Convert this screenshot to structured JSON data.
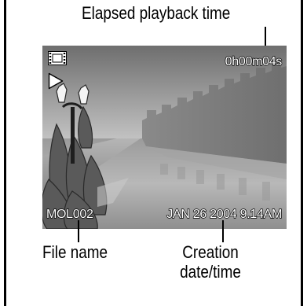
{
  "labels": {
    "elapsed_time": "Elapsed playback time",
    "file_name": "File name",
    "creation_date": "Creation date/time"
  },
  "screen": {
    "elapsed_time_value": "0h00m04s",
    "file_name_value": "MOL002",
    "date_time_value": "JAN 26 2004 9.14AM",
    "mode_icon": "movie-film-icon",
    "status_icon": "play-icon"
  },
  "colors": {
    "osd_text": "#ffffff",
    "osd_outline": "#000000"
  }
}
